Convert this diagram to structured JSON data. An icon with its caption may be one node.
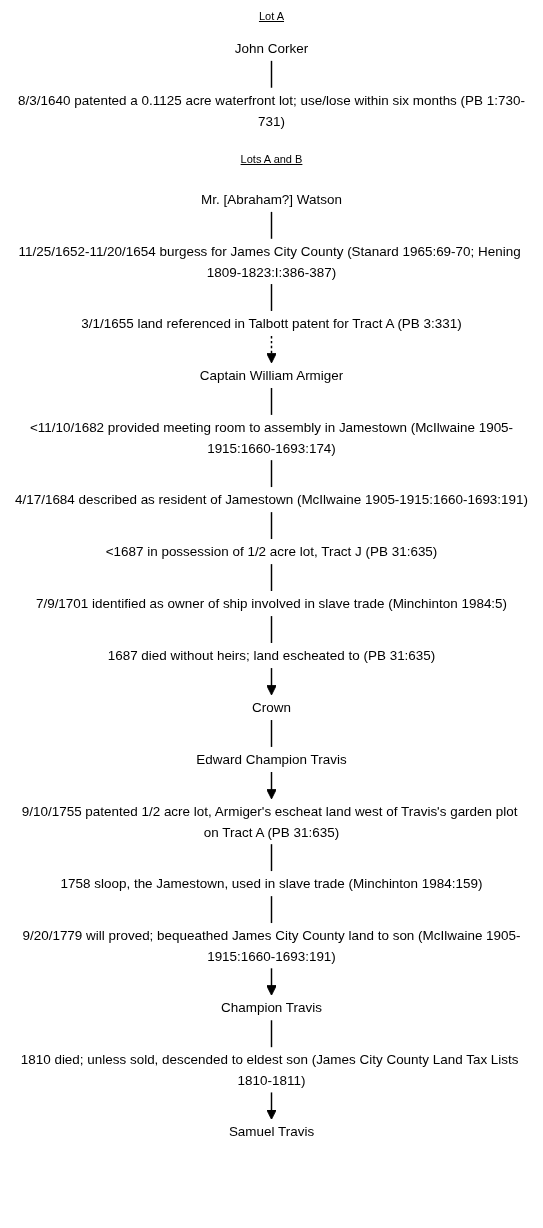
{
  "diagram": {
    "nodes": [
      {
        "text": [
          "John Corker"
        ]
      },
      {
        "text": [
          "8/3/1640 patented a 0.1125 acre waterfront lot; use/lose within six months (PB 1:730-731)"
        ]
      },
      {
        "text": [
          "Mr. [Abraham?] Watson"
        ]
      },
      {
        "text": [
          "11/25/1652-11/20/1654 burgess for James City County (Stanard 1965:69-70; Hening 1809-1823:I:386-387)"
        ]
      },
      {
        "text": [
          "3/1/1655 land referenced in Talbott patent for Tract A (PB 3:331)"
        ]
      },
      {
        "text": [
          "Captain William Armiger"
        ]
      },
      {
        "text": [
          "<11/10/1682 provided meeting room to assembly in Jamestown (McIlwaine 1905-1915:1660-1693:174)"
        ]
      },
      {
        "text": [
          "4/17/1684 described as resident of Jamestown (McIlwaine 1905-1915:1660-1693:191)"
        ]
      },
      {
        "text": [
          "<1687 in possession of 1/2 acre lot, Tract J (PB 31:635)"
        ]
      },
      {
        "text": [
          "7/9/1701 identified as owner of ship involved in slave trade (Minchinton 1984:5)"
        ]
      },
      {
        "text": [
          "1687 died without heirs; land escheated to (PB 31:635)"
        ]
      },
      {
        "text": [
          "Crown"
        ]
      },
      {
        "text": [
          "Edward Champion Travis"
        ]
      },
      {
        "text": [
          "9/10/1755 patented 1/2 acre lot, Armiger's escheat land west of Travis's garden plot on Tract A (PB 31:635)"
        ]
      },
      {
        "text": [
          "1758 sloop, the Jamestown, used in slave trade (Minchinton 1984:159)"
        ]
      },
      {
        "text": [
          "9/20/1779 will proved; bequeathed James City County land to son (McIlwaine 1905-1915:1660-1693:191)"
        ]
      },
      {
        "text": [
          "Champion Travis"
        ]
      },
      {
        "text": [
          "1810 died; unless sold, descended to eldest son (James City County Land Tax Lists 1810-1811)"
        ]
      },
      {
        "text": [
          "Samuel Travis"
        ]
      }
    ],
    "edges": [
      {
        "from": 0,
        "to": 1,
        "arrow": "none"
      },
      {
        "from": 2,
        "to": 3,
        "arrow": "none"
      },
      {
        "from": 3,
        "to": 4,
        "arrow": "none"
      },
      {
        "from": 4,
        "to": 5,
        "arrow": "to",
        "style": "dashed"
      },
      {
        "from": 5,
        "to": 6,
        "arrow": "none"
      },
      {
        "from": 6,
        "to": 7,
        "arrow": "none"
      },
      {
        "from": 7,
        "to": 8,
        "arrow": "none"
      },
      {
        "from": 8,
        "to": 9,
        "arrow": "none"
      },
      {
        "from": 9,
        "to": 10,
        "arrow": "none"
      },
      {
        "from": 10,
        "to": 11,
        "arrow": "to"
      },
      {
        "from": 11,
        "to": 12,
        "arrow": "none"
      },
      {
        "from": 12,
        "to": 13,
        "arrow": "to"
      },
      {
        "from": 13,
        "to": 14,
        "arrow": "none"
      },
      {
        "from": 14,
        "to": 15,
        "arrow": "none"
      },
      {
        "from": 15,
        "to": 16,
        "arrow": "to"
      },
      {
        "from": 16,
        "to": 17,
        "arrow": "none"
      },
      {
        "from": 17,
        "to": 18,
        "arrow": "to"
      }
    ],
    "labels": [
      "Lot A",
      "Lots A and B"
    ]
  }
}
